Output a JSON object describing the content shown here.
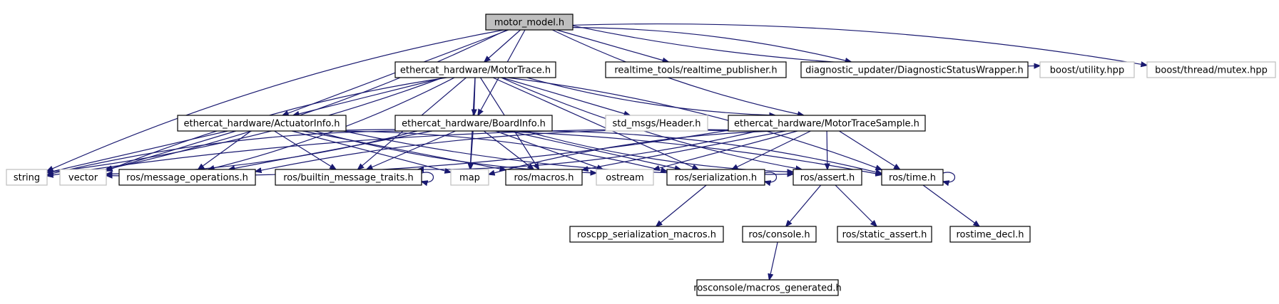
{
  "colors": {
    "edge": "#191970",
    "root_fill": "#bfbfbf",
    "local_border": "#000000",
    "system_border": "#bfbfbf",
    "system_text": "#000000"
  },
  "nodes": [
    {
      "id": "motor_model",
      "label": "motor_model.h",
      "kind": "root"
    },
    {
      "id": "motortrace",
      "label": "ethercat_hardware/MotorTrace.h",
      "kind": "local"
    },
    {
      "id": "rt_pub",
      "label": "realtime_tools/realtime_publisher.h",
      "kind": "local"
    },
    {
      "id": "diag",
      "label": "diagnostic_updater/DiagnosticStatusWrapper.h",
      "kind": "local"
    },
    {
      "id": "boost_utility",
      "label": "boost/utility.hpp",
      "kind": "system"
    },
    {
      "id": "boost_mutex",
      "label": "boost/thread/mutex.hpp",
      "kind": "system"
    },
    {
      "id": "actuatorinfo",
      "label": "ethercat_hardware/ActuatorInfo.h",
      "kind": "local"
    },
    {
      "id": "boardinfo",
      "label": "ethercat_hardware/BoardInfo.h",
      "kind": "local"
    },
    {
      "id": "header",
      "label": "std_msgs/Header.h",
      "kind": "system"
    },
    {
      "id": "tracesample",
      "label": "ethercat_hardware/MotorTraceSample.h",
      "kind": "local"
    },
    {
      "id": "string",
      "label": "string",
      "kind": "system"
    },
    {
      "id": "vector",
      "label": "vector",
      "kind": "system"
    },
    {
      "id": "msgops",
      "label": "ros/message_operations.h",
      "kind": "local"
    },
    {
      "id": "builtin",
      "label": "ros/builtin_message_traits.h",
      "kind": "local"
    },
    {
      "id": "map",
      "label": "map",
      "kind": "system"
    },
    {
      "id": "macros",
      "label": "ros/macros.h",
      "kind": "local"
    },
    {
      "id": "ostream",
      "label": "ostream",
      "kind": "system"
    },
    {
      "id": "serialization",
      "label": "ros/serialization.h",
      "kind": "local"
    },
    {
      "id": "assert",
      "label": "ros/assert.h",
      "kind": "local"
    },
    {
      "id": "time",
      "label": "ros/time.h",
      "kind": "local"
    },
    {
      "id": "roscpp_ser",
      "label": "roscpp_serialization_macros.h",
      "kind": "local"
    },
    {
      "id": "console",
      "label": "ros/console.h",
      "kind": "local"
    },
    {
      "id": "static_assert",
      "label": "ros/static_assert.h",
      "kind": "local"
    },
    {
      "id": "rostime_decl",
      "label": "rostime_decl.h",
      "kind": "local"
    },
    {
      "id": "rosconsole_macros",
      "label": "rosconsole/macros_generated.h",
      "kind": "local"
    }
  ],
  "edges": [
    [
      "motor_model",
      "motortrace"
    ],
    [
      "motor_model",
      "rt_pub"
    ],
    [
      "motor_model",
      "diag"
    ],
    [
      "motor_model",
      "boost_utility"
    ],
    [
      "motor_model",
      "boost_mutex"
    ],
    [
      "motor_model",
      "string"
    ],
    [
      "motor_model",
      "vector"
    ],
    [
      "motor_model",
      "actuatorinfo"
    ],
    [
      "motor_model",
      "boardinfo"
    ],
    [
      "motor_model",
      "tracesample"
    ],
    [
      "motortrace",
      "actuatorinfo"
    ],
    [
      "motortrace",
      "boardinfo"
    ],
    [
      "motortrace",
      "header"
    ],
    [
      "motortrace",
      "tracesample"
    ],
    [
      "motortrace",
      "string"
    ],
    [
      "motortrace",
      "vector"
    ],
    [
      "motortrace",
      "msgops"
    ],
    [
      "motortrace",
      "builtin"
    ],
    [
      "motortrace",
      "map"
    ],
    [
      "motortrace",
      "macros"
    ],
    [
      "motortrace",
      "serialization"
    ],
    [
      "motortrace",
      "assert"
    ],
    [
      "motortrace",
      "time"
    ],
    [
      "actuatorinfo",
      "string"
    ],
    [
      "actuatorinfo",
      "vector"
    ],
    [
      "actuatorinfo",
      "msgops"
    ],
    [
      "actuatorinfo",
      "builtin"
    ],
    [
      "actuatorinfo",
      "map"
    ],
    [
      "actuatorinfo",
      "macros"
    ],
    [
      "actuatorinfo",
      "ostream"
    ],
    [
      "actuatorinfo",
      "serialization"
    ],
    [
      "actuatorinfo",
      "assert"
    ],
    [
      "actuatorinfo",
      "time"
    ],
    [
      "boardinfo",
      "string"
    ],
    [
      "boardinfo",
      "vector"
    ],
    [
      "boardinfo",
      "msgops"
    ],
    [
      "boardinfo",
      "builtin"
    ],
    [
      "boardinfo",
      "map"
    ],
    [
      "boardinfo",
      "macros"
    ],
    [
      "boardinfo",
      "ostream"
    ],
    [
      "boardinfo",
      "serialization"
    ],
    [
      "boardinfo",
      "assert"
    ],
    [
      "boardinfo",
      "time"
    ],
    [
      "tracesample",
      "string"
    ],
    [
      "tracesample",
      "vector"
    ],
    [
      "tracesample",
      "msgops"
    ],
    [
      "tracesample",
      "builtin"
    ],
    [
      "tracesample",
      "map"
    ],
    [
      "tracesample",
      "macros"
    ],
    [
      "tracesample",
      "ostream"
    ],
    [
      "tracesample",
      "serialization"
    ],
    [
      "tracesample",
      "assert"
    ],
    [
      "tracesample",
      "time"
    ],
    [
      "builtin",
      "builtin"
    ],
    [
      "serialization",
      "serialization"
    ],
    [
      "time",
      "time"
    ],
    [
      "serialization",
      "roscpp_ser"
    ],
    [
      "assert",
      "console"
    ],
    [
      "assert",
      "static_assert"
    ],
    [
      "time",
      "rostime_decl"
    ],
    [
      "console",
      "rosconsole_macros"
    ]
  ]
}
